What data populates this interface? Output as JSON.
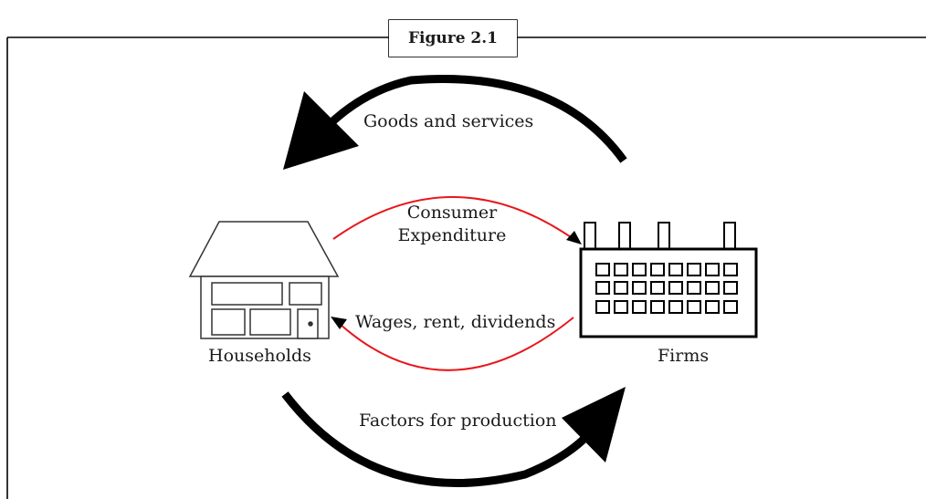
{
  "figure": {
    "title": "Figure 2.1"
  },
  "nodes": {
    "households": "Households",
    "firms": "Firms"
  },
  "flows": {
    "goods_and_services": "Goods and services",
    "consumer_expenditure_line1": "Consumer",
    "consumer_expenditure_line2": "Expenditure",
    "wages_rent_dividends": "Wages, rent, dividends",
    "factors_for_production": "Factors for production"
  },
  "colors": {
    "outer_arrows": "#000000",
    "inner_arrows": "#e8161b",
    "frame": "#000000"
  }
}
